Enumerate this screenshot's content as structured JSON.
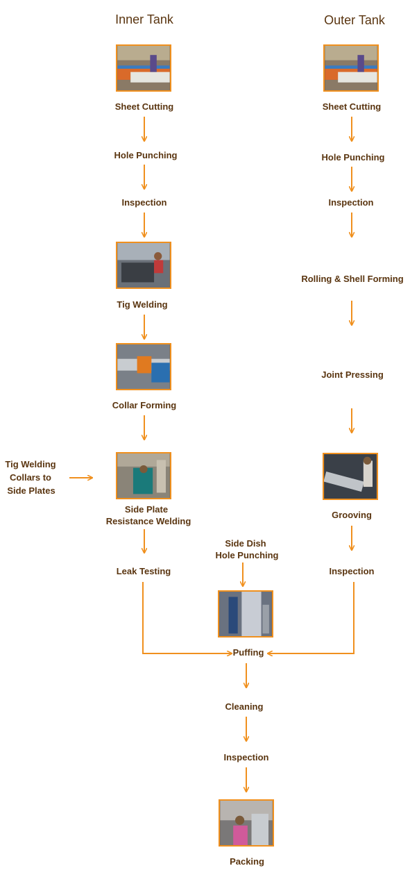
{
  "columns": {
    "inner_title": "Inner Tank",
    "outer_title": "Outer Tank"
  },
  "inner": {
    "sheet_cutting": "Sheet Cutting",
    "hole_punching": "Hole Punching",
    "inspection": "Inspection",
    "tig_welding": "Tig Welding",
    "collar_forming": "Collar Forming",
    "side_plate_line1": "Side Plate",
    "side_plate_line2": "Resistance Welding",
    "leak_testing": "Leak Testing"
  },
  "side_input": {
    "line1": "Tig Welding",
    "line2": "Collars to",
    "line3": "Side Plates"
  },
  "outer": {
    "sheet_cutting": "Sheet Cutting",
    "hole_punching": "Hole Punching",
    "inspection": "Inspection",
    "rolling": "Rolling & Shell Forming",
    "joint_pressing": "Joint Pressing",
    "grooving": "Grooving",
    "inspection2": "Inspection"
  },
  "center": {
    "side_dish_line1": "Side Dish",
    "side_dish_line2": "Hole Punching",
    "puffing": "Puffing",
    "cleaning": "Cleaning",
    "inspection": "Inspection",
    "packing": "Packing"
  },
  "colors": {
    "arrow": "#f0901e",
    "text": "#5a3510",
    "photo_border": "#f0901e"
  }
}
